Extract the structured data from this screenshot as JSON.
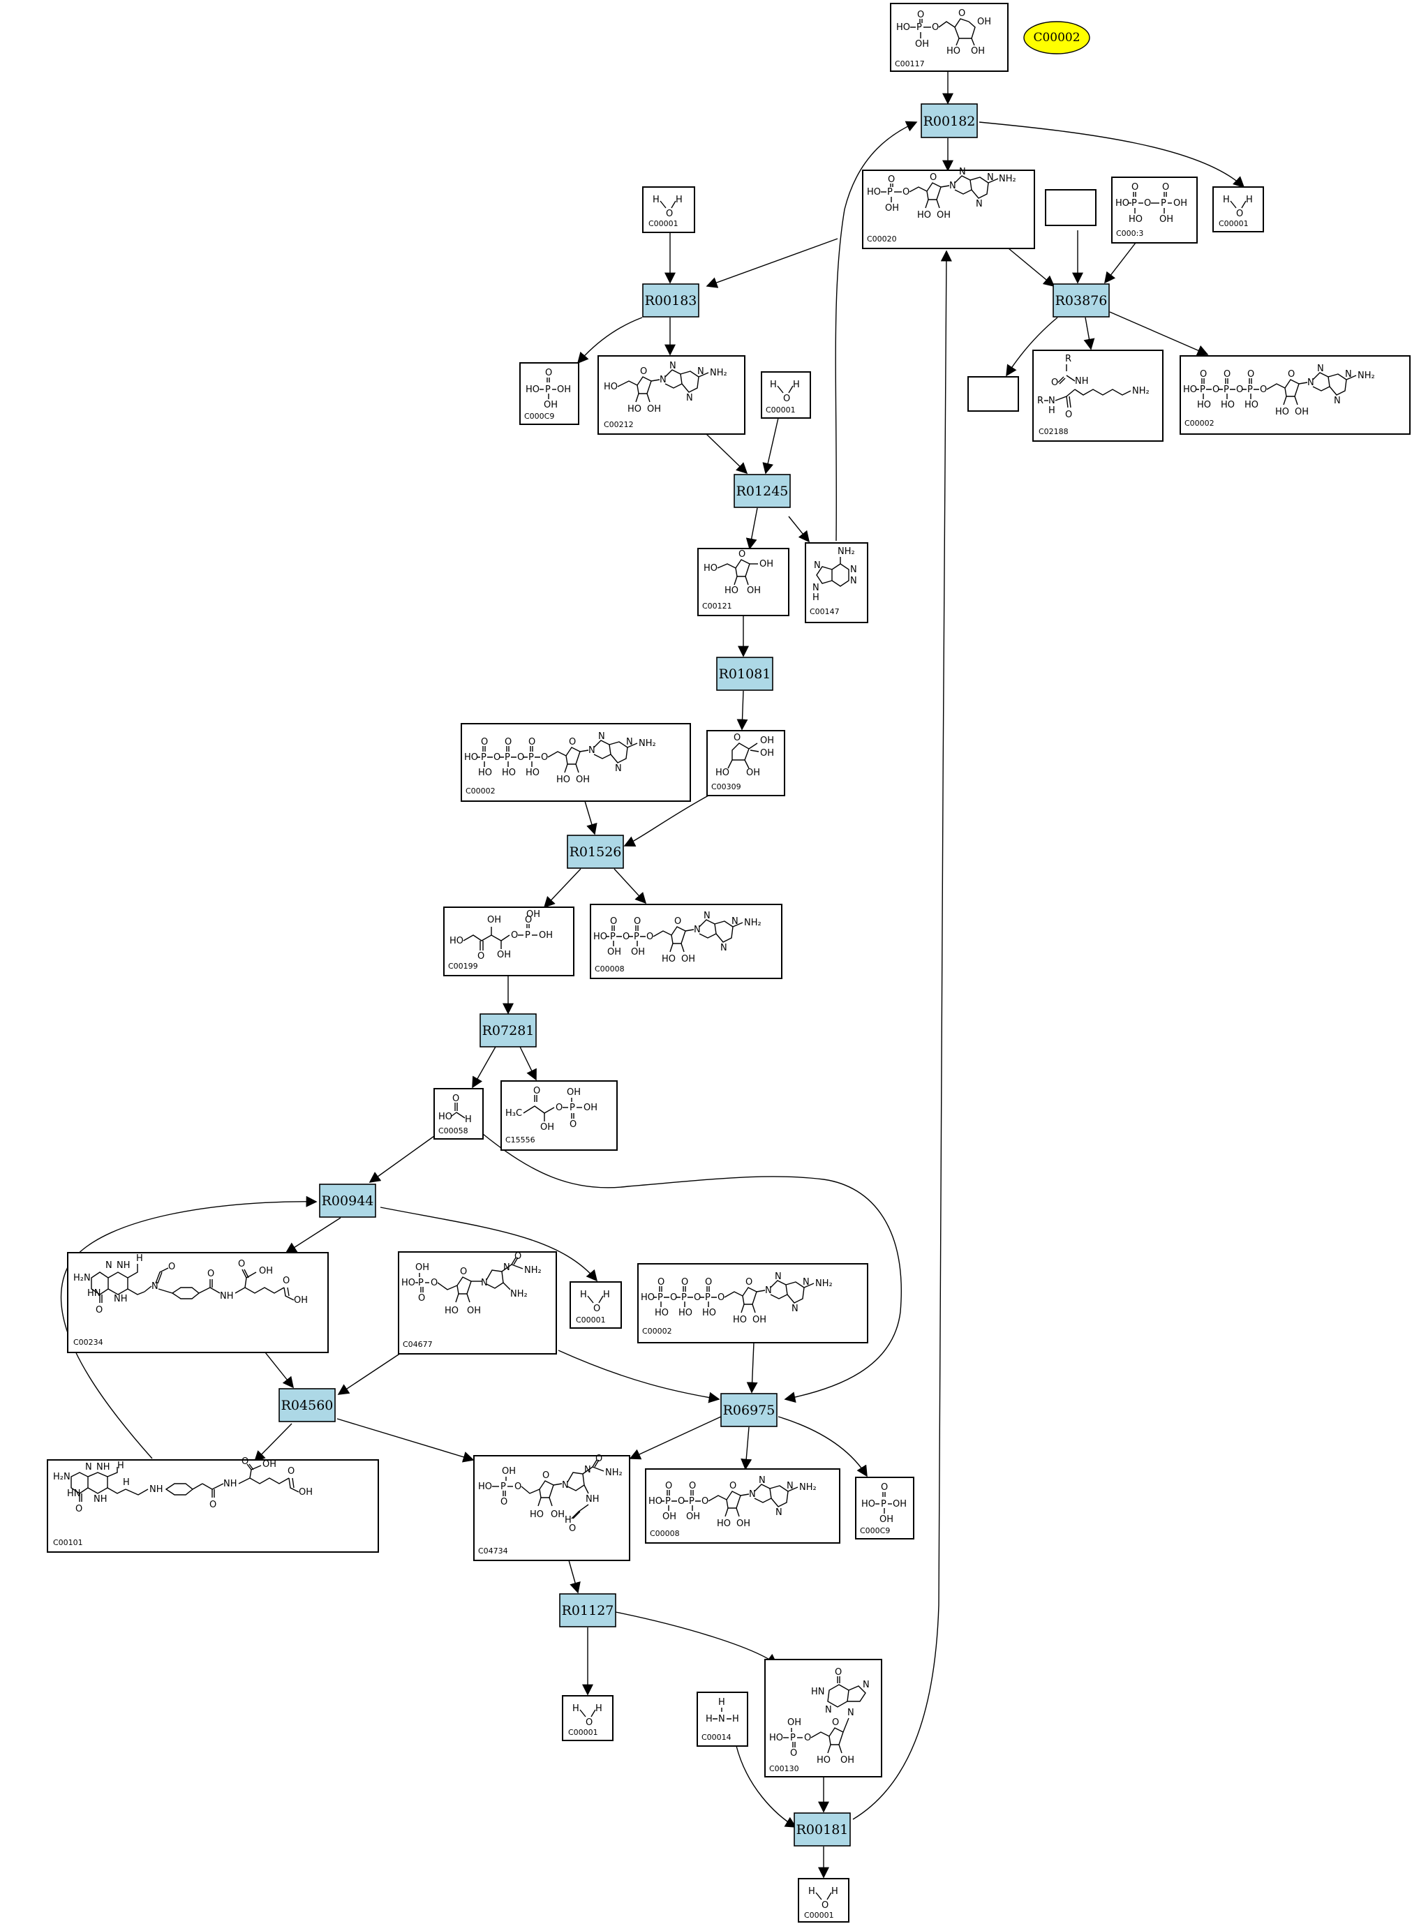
{
  "highlight": {
    "label": "C00002",
    "color": "#ffff00"
  },
  "colors": {
    "reaction_fill": "#add8e6",
    "compound_fill": "#ffffff",
    "edge": "#000000"
  },
  "reactions": [
    "R00182",
    "R00183",
    "R03876",
    "R01245",
    "R01081",
    "R01526",
    "R07281",
    "R00944",
    "R04560",
    "R06975",
    "R01127",
    "R00181"
  ],
  "compounds": {
    "c00117": "C00117",
    "c00020": "C00020",
    "c00001_a": "C00001",
    "c00001_b": "C00001",
    "c00013": "C000:3",
    "c00009_a": "C000C9",
    "c00212": "C00212",
    "c00001_c": "C00001",
    "c02188": "C02188",
    "c00002_a": "C00002",
    "c00121": "C00121",
    "c00147": "C00147",
    "c00002_b": "C00002",
    "c00309": "C00309",
    "c00199": "C00199",
    "c00008_a": "C00008",
    "c00058": "C00058",
    "c15556": "C15556",
    "c00234": "C00234",
    "c04677": "C04677",
    "c00001_d": "C00001",
    "c00002_c": "C00002",
    "c00101": "C00101",
    "c04734": "C04734",
    "c00008_b": "C00008",
    "c00009_b": "C000C9",
    "c00001_e": "C00001",
    "c00014": "C00014",
    "c00130": "C00130",
    "c00001_f": "C00001"
  }
}
